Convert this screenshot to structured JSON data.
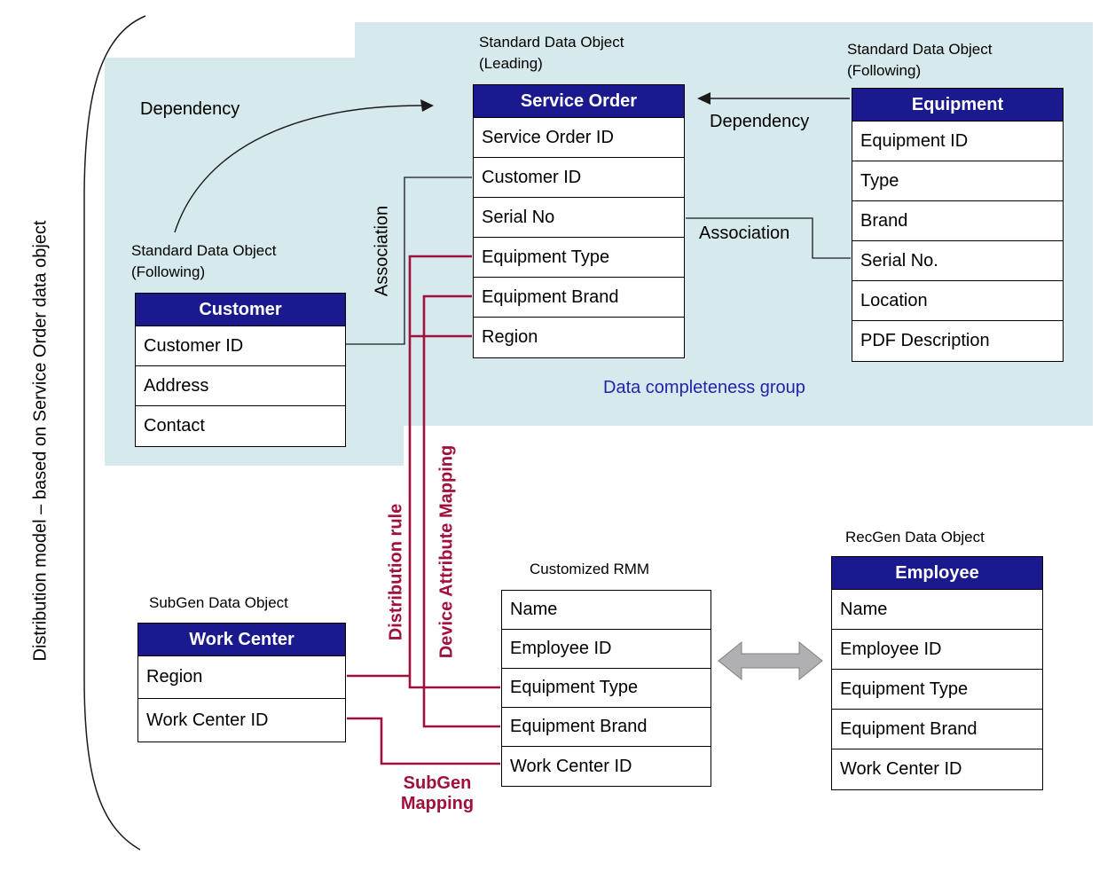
{
  "page": {
    "side_label": "Distribution model – based on Service Order data object",
    "group_label": "Data completeness group"
  },
  "labels": {
    "dependency_left": "Dependency",
    "dependency_right": "Dependency",
    "association_vertical": "Association",
    "association_horizontal": "Association",
    "distribution_rule": "Distribution rule",
    "device_attribute_mapping": "Device Attribute Mapping",
    "subgen_line1": "SubGen",
    "subgen_line2": "Mapping"
  },
  "tables": {
    "service_order": {
      "caption_line1": "Standard Data Object",
      "caption_line2": "(Leading)",
      "title": "Service Order",
      "rows": [
        "Service Order ID",
        "Customer ID",
        "Serial No",
        "Equipment Type",
        "Equipment Brand",
        "Region"
      ]
    },
    "equipment": {
      "caption_line1": "Standard Data Object",
      "caption_line2": "(Following)",
      "title": "Equipment",
      "rows": [
        "Equipment ID",
        "Type",
        "Brand",
        "Serial No.",
        "Location",
        "PDF Description"
      ]
    },
    "customer": {
      "caption_line1": "Standard Data Object",
      "caption_line2": "(Following)",
      "title": "Customer",
      "rows": [
        "Customer ID",
        "Address",
        "Contact"
      ]
    },
    "work_center": {
      "caption_line1": "SubGen Data Object",
      "title": "Work Center",
      "rows": [
        "Region",
        "Work Center ID"
      ]
    },
    "customized_rmm": {
      "caption_line1": "Customized RMM",
      "rows": [
        "Name",
        "Employee ID",
        "Equipment Type",
        "Equipment Brand",
        "Work Center ID"
      ]
    },
    "employee": {
      "caption_line1": "RecGen Data Object",
      "title": "Employee",
      "rows": [
        "Name",
        "Employee ID",
        "Equipment Type",
        "Equipment Brand",
        "Work Center ID"
      ]
    }
  },
  "colors": {
    "header_navy": "#1a1a8e",
    "highlight_blue": "#d6e9ec",
    "accent_red": "#a0103a",
    "group_text_blue": "#2323aa",
    "arrow_gray": "#b0b0b2"
  }
}
